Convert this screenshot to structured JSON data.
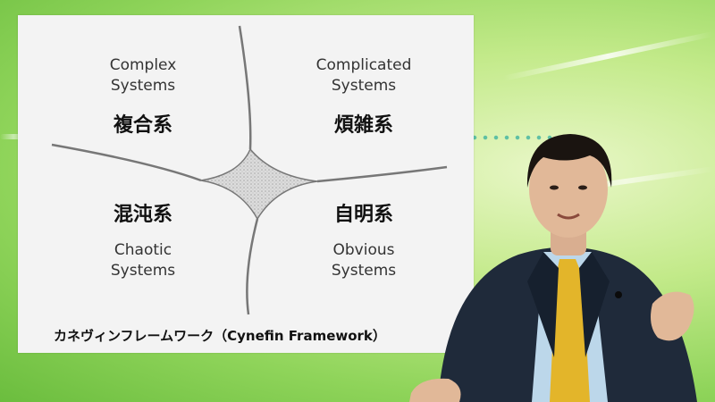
{
  "diagram": {
    "quadrants": {
      "top_left": {
        "en_line1": "Complex",
        "en_line2": "Systems",
        "jp": "複合系"
      },
      "top_right": {
        "en_line1": "Complicated",
        "en_line2": "Systems",
        "jp": "煩雑系"
      },
      "bottom_left": {
        "en_line1": "Chaotic",
        "en_line2": "Systems",
        "jp": "混沌系"
      },
      "bottom_right": {
        "en_line1": "Obvious",
        "en_line2": "Systems",
        "jp": "自明系"
      }
    },
    "caption": "カネヴィンフレームワーク（Cynefin Framework）"
  },
  "colors": {
    "background_green": "#8fd45a",
    "slide_bg": "#f3f3f3",
    "curve": "#777777",
    "suit": "#1f2a3a",
    "shirt": "#bcd7ea",
    "tie": "#e3b52a"
  }
}
